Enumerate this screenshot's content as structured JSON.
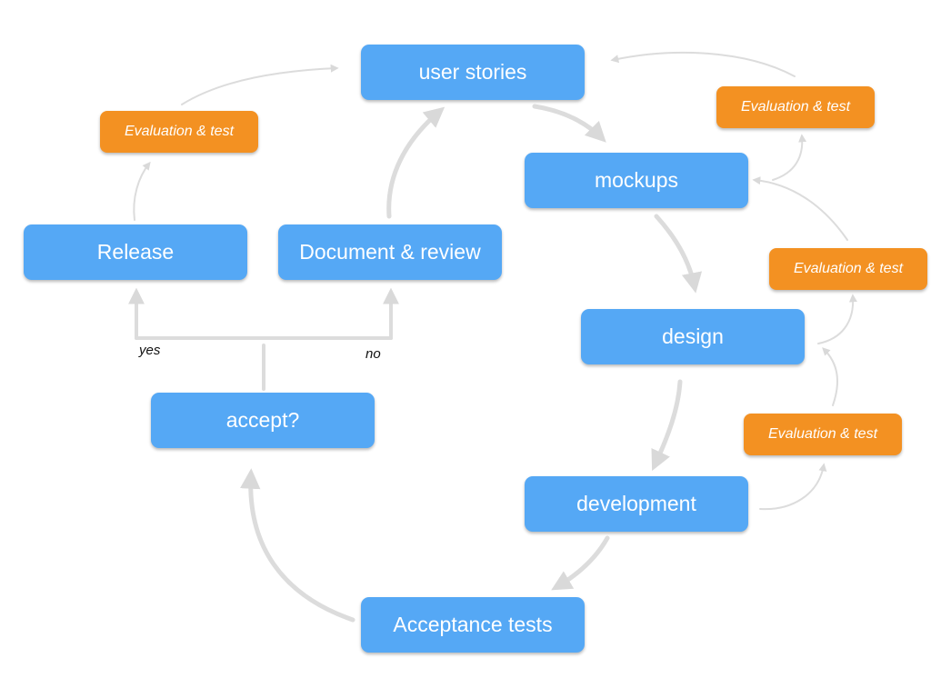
{
  "nodes": {
    "user_stories": "user stories",
    "mockups": "mockups",
    "design": "design",
    "development": "development",
    "acceptance_tests": "Acceptance tests",
    "accept": "accept?",
    "release": "Release",
    "document_review": "Document & review"
  },
  "evaluation": {
    "release_eval": "Evaluation & test",
    "mockups_eval": "Evaluation & test",
    "design_eval": "Evaluation & test",
    "development_eval": "Evaluation & test"
  },
  "branches": {
    "yes": "yes",
    "no": "no"
  },
  "colors": {
    "process_box": "#55a8f5",
    "evaluation_box": "#f39122",
    "arrow": "#dadada"
  }
}
